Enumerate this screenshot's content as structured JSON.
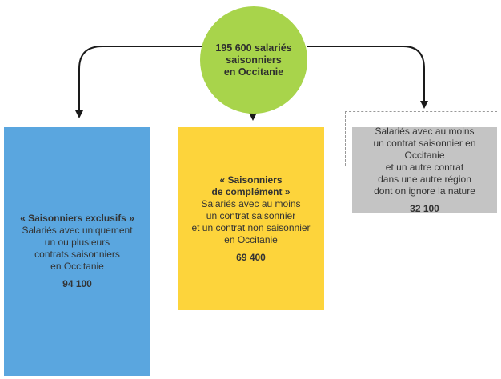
{
  "center": {
    "lines": [
      "195 600 salariés",
      "saisonniers",
      "en Occitanie"
    ]
  },
  "boxes": {
    "exclusifs": {
      "title": "« Saisonniers exclusifs »",
      "lines": [
        "Salariés avec uniquement",
        "un ou plusieurs",
        "contrats saisonniers",
        "en Occitanie"
      ],
      "value": "94 100"
    },
    "complement": {
      "title_lines": [
        "« Saisonniers",
        "de complément »"
      ],
      "lines": [
        "Salariés avec au moins",
        "un contrat saisonnier",
        "et un contrat non saisonnier",
        "en Occitanie"
      ],
      "value": "69 400"
    },
    "autre_region": {
      "lines": [
        "Salariés avec au moins",
        "un contrat saisonnier en Occitanie",
        "et un autre contrat",
        "dans une autre région",
        "dont on ignore la nature"
      ],
      "value": "32 100"
    }
  },
  "colors": {
    "circle": "#a8d44b",
    "exclusifs": "#5aa6df",
    "complement": "#fdd43b",
    "autre_region": "#c4c4c4",
    "arrow": "#1a1a1a"
  }
}
